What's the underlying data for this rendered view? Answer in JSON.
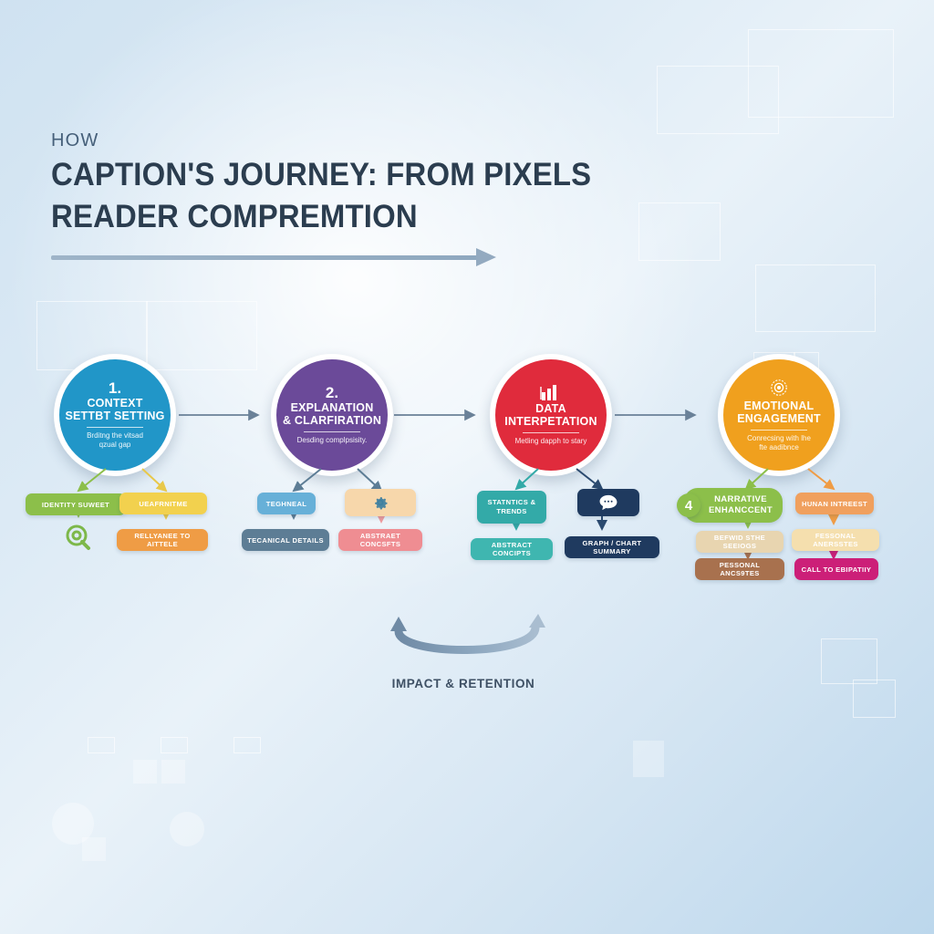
{
  "header": {
    "kicker": "HOW",
    "title_line1": "CAPTION'S JOURNEY: FROM PIXELS",
    "title_line2": "READER COMPREMTION"
  },
  "colors": {
    "step1": "#2196c8",
    "step2": "#6b4a99",
    "step3": "#e02b3c",
    "step4": "#f0a01e",
    "connector": "#6a8198",
    "loop": "#7b96b0",
    "title": "#2b3d4f"
  },
  "steps": [
    {
      "number": "1.",
      "title_line1": "CONTEXT",
      "title_line2": "SETTBT SETTING",
      "subtitle_line1": "Brditng the vitsad",
      "subtitle_line2": "qzual gap",
      "color": "#2196c8",
      "icon": "",
      "branches": [
        {
          "pills": [
            {
              "label": "IDENTITY SUWEET",
              "color": "#8cbf4a"
            }
          ],
          "icon": "search-icon",
          "icon_color": "#7db84a"
        },
        {
          "pills": [
            {
              "label": "UEAFRNITME",
              "color": "#f2d14e"
            },
            {
              "label": "RELLYANEE TO AITTELE",
              "color": "#ef9c45"
            }
          ]
        }
      ]
    },
    {
      "number": "2.",
      "title_line1": "EXPLANATION",
      "title_line2": "& CLARFIRATION",
      "subtitle_line1": "Desding complpsisity.",
      "subtitle_line2": "",
      "color": "#6b4a99",
      "icon": "",
      "branches": [
        {
          "pills": [
            {
              "label": "TEGHNEAL",
              "color": "#67b0d8"
            },
            {
              "label": "TECANICAL DETAILS",
              "color": "#5d7d95"
            }
          ]
        },
        {
          "pills": [
            {
              "label": "ABSTRAET CONCSFTS",
              "color": "#ef8d92"
            }
          ],
          "icon": "gear-icon",
          "icon_color": "#f7d7ab"
        }
      ]
    },
    {
      "number": "",
      "title_line1": "DATA",
      "title_line2": "INTERPETATION",
      "subtitle_line1": "Metling dapph to stary",
      "subtitle_line2": "",
      "color": "#e02b3c",
      "icon": "bar-chart-icon",
      "branches": [
        {
          "pills": [
            {
              "label": "STATNTICS & TRENDS",
              "color": "#33aaa8"
            },
            {
              "label": "ABSTRACT CONCIPTS",
              "color": "#3fb6b0"
            }
          ]
        },
        {
          "pills": [
            {
              "label": "GRAPH / CHART SUMMARY",
              "color": "#1f3a5f"
            }
          ],
          "icon": "speech-bubble-icon",
          "icon_color": "#1f3a5f"
        }
      ]
    },
    {
      "number": "4",
      "title_line1": "EMOTIONAL",
      "title_line2": "ENGAGEMENT",
      "subtitle_line1": "Conrecsing with lhe",
      "subtitle_line2": "fte aadibnce",
      "color": "#f0a01e",
      "icon": "emblem-icon",
      "branches": [
        {
          "pills": [
            {
              "label": "NARRATIVE ENHANCCENT",
              "color": "#8cbf4a"
            },
            {
              "label": "BEFWID STHE SEEIOGS",
              "color": "#e8d5b0"
            },
            {
              "label": "PESSONAL ANCS9TES",
              "color": "#a8714e"
            }
          ]
        },
        {
          "pills": [
            {
              "label": "HUNAN INTREEST",
              "color": "#f0a05e"
            },
            {
              "label": "FESSONAL ANERSSTES",
              "color": "#f5dfae"
            },
            {
              "label": "CALL TO EBIPATIIY",
              "color": "#cc1f78"
            }
          ]
        }
      ]
    }
  ],
  "footer": {
    "loop_label": "IMPACT & RETENTION"
  }
}
